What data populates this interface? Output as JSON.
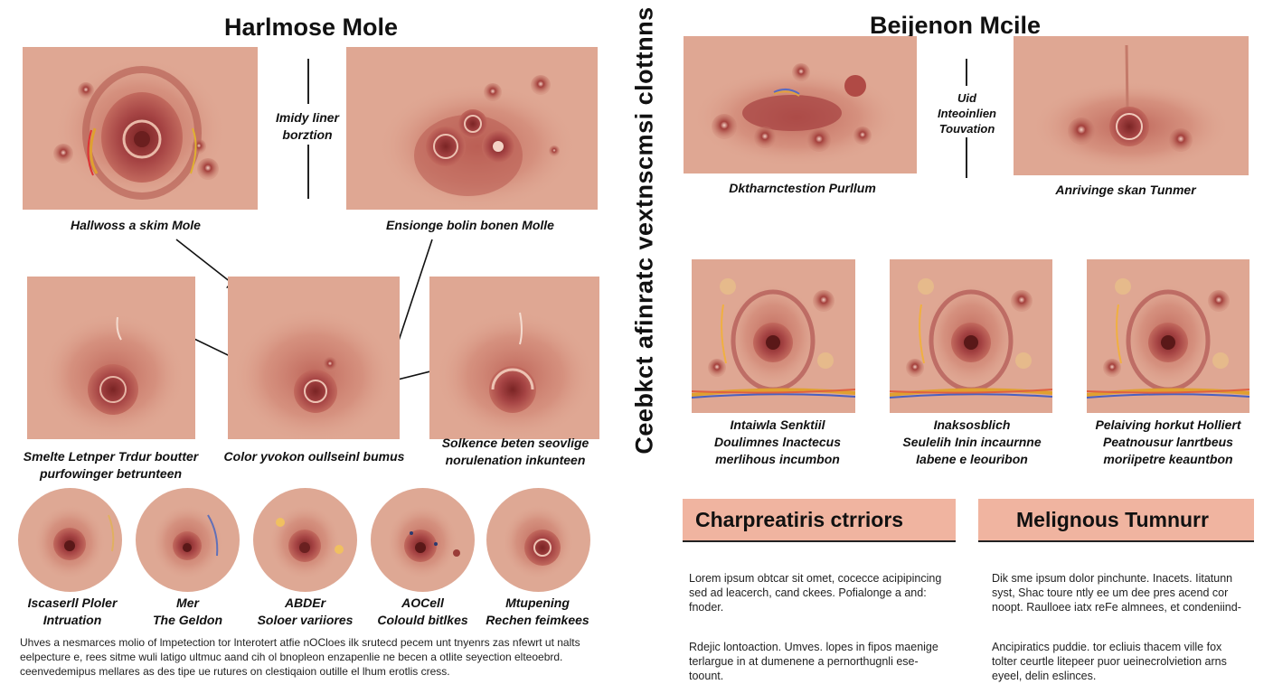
{
  "left": {
    "title": "Harlmose Mole",
    "center_label": [
      "Imidy liner",
      "borztion"
    ],
    "top_captions": [
      "Hallwoss a skim Mole",
      "Ensionge bolin bonen Molle"
    ],
    "mid_captions": [
      [
        "Smelte Letnper Trdur boutter",
        "purfowinger betrunteen"
      ],
      [
        "Color yvokon oullseinl bumus"
      ],
      [
        "Solkence beten seovlige",
        "norulenation inkunteen"
      ]
    ],
    "circle_captions": [
      [
        "Iscaserll Ploler",
        "Intruation"
      ],
      [
        "Mer",
        "The Geldon"
      ],
      [
        "ABDEr",
        "Soloer variiores"
      ],
      [
        "AOCell",
        "Colould bitlkes"
      ],
      [
        "Mtupening",
        "Rechen feimkees"
      ]
    ],
    "footer": [
      "Uhves a nesmarces molio of lmpetection tor lnterotert atfie nOCloes ilk srutecd pecem unt tnyenrs zas nfewrt ut nalts",
      "eelpecture e, rees sitme wuli latigo ultmuc aand cih ol bnopleon enzapenlie ne becen a otlite seyection elteoebrd.",
      "ceenvedemipus mellares as des tipe ue rutures on clestiqaion outille el lhum erotlis cress."
    ]
  },
  "vertical_text": "Ceebkct afinratc vextnscmsi clottnns",
  "right": {
    "title": "Beijenon Mcile",
    "center_label": [
      "Uid",
      "Inteoinlien",
      "Touvation"
    ],
    "top_captions": [
      "Dktharnctestion Purllum",
      "Anrivinge skan Tunmer"
    ],
    "mid_captions": [
      [
        "Intaiwla Senktiil",
        "Doulimnes lnactecus",
        "merlihous incumbon"
      ],
      [
        "Inaksosblich",
        "Seulelih Inin incaurnne",
        "Iabene e leouribon"
      ],
      [
        "Pelaiving horkut Holliert",
        "Peatnousur lanrtbeus",
        "moriipetre keauntbon"
      ]
    ],
    "boxes": [
      "Charpreatiris ctrriors",
      "Melignous Tumnurr"
    ],
    "col1": {
      "p1": [
        "Lorem ipsum obtcar sit omet, cocecce acipipincing",
        "sed ad leacerch, cand ckees. Pofialonge a and:",
        "fnoder."
      ],
      "p2": [
        "Rdejic lontoaction. Umves. lopes in fipos maenige",
        "terlargue in at dumenene a pernorthugnli ese-",
        "toount."
      ]
    },
    "col2": {
      "p1": [
        "Dik sme ipsum dolor pinchunte. Inacets. Iitatunn",
        "syst, Shac toure ntly ee um dee pres acend cor",
        "noopt. Raulloee iatx reFe almnees, et condeniind-"
      ],
      "p2": [
        "Ancipiratics puddie. tor ecliuis thacem ville fox",
        "tolter ceurtle litepeer puor ueinecrolvietion arns",
        "eyeel, delin eslinces."
      ]
    }
  }
}
